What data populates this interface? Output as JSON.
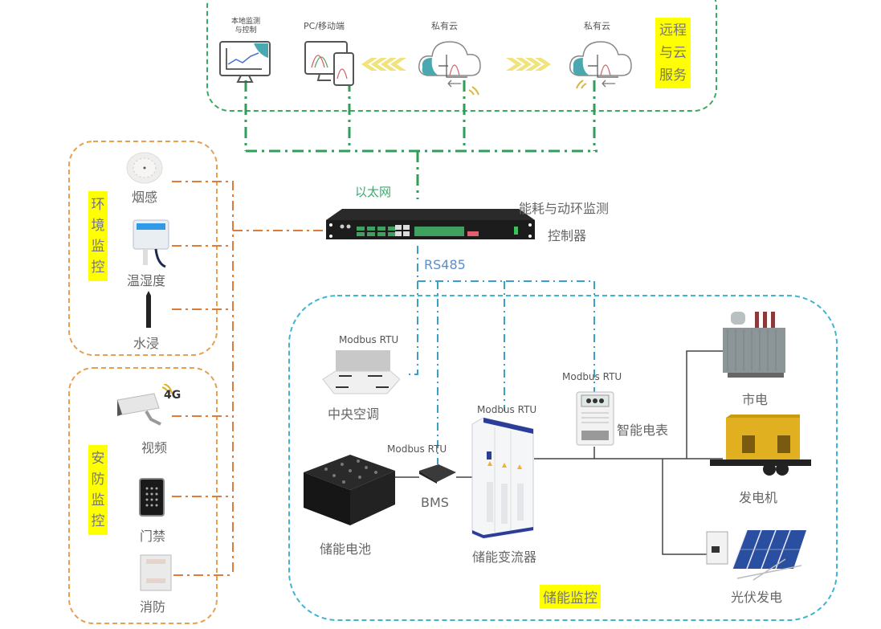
{
  "remote_cloud": {
    "title": [
      "远程",
      "与云",
      "服务"
    ],
    "nodes": [
      {
        "label_lines": [
          "本地监测",
          "与控制"
        ],
        "icon": "monitor-icon"
      },
      {
        "label": "PC/移动端",
        "icon": "pc-mobile-icon"
      },
      {
        "label": "私有云",
        "icon": "cloud-icon"
      },
      {
        "label": "私有云",
        "icon": "cloud-icon"
      }
    ],
    "colors": {
      "border": "#3aa95f",
      "tag": "#ffff00"
    }
  },
  "network": {
    "ethernet_label": "以太网",
    "rs485_label": "RS485"
  },
  "controller": {
    "title_line1": "能耗与动环监测",
    "title_line2": "控制器",
    "icon": "rack-controller-icon"
  },
  "env_monitor": {
    "title": [
      "环",
      "境",
      "监",
      "控"
    ],
    "items": [
      {
        "label": "烟感",
        "icon": "smoke-detector-icon"
      },
      {
        "label": "温湿度",
        "icon": "temp-humidity-sensor-icon"
      },
      {
        "label": "水浸",
        "icon": "water-leak-sensor-icon"
      }
    ],
    "border_color": "#e8a050"
  },
  "security_monitor": {
    "title": [
      "安",
      "防",
      "监",
      "控"
    ],
    "items": [
      {
        "label": "视频",
        "icon": "camera-icon",
        "badge": "4G"
      },
      {
        "label": "门禁",
        "icon": "access-control-icon"
      },
      {
        "label": "消防",
        "icon": "fire-panel-icon"
      }
    ]
  },
  "storage_monitor": {
    "title": "储能监控",
    "border_color": "#3fb5d0",
    "protocol_label": "Modbus RTU",
    "devices": [
      {
        "label": "中央空调",
        "protocol": "Modbus RTU",
        "icon": "air-conditioner-icon"
      },
      {
        "label": "BMS",
        "protocol": "Modbus RTU",
        "icon": "bms-icon"
      },
      {
        "label": "储能电池",
        "icon": "battery-icon"
      },
      {
        "label": "储能变流器",
        "protocol": "Modbus RTU",
        "icon": "inverter-cabinet-icon"
      },
      {
        "label": "智能电表",
        "protocol": "Modbus RTU",
        "icon": "smart-meter-icon"
      },
      {
        "label": "市电",
        "icon": "transformer-icon"
      },
      {
        "label": "发电机",
        "icon": "generator-icon"
      },
      {
        "label": "光伏发电",
        "icon": "solar-panel-icon"
      }
    ]
  }
}
